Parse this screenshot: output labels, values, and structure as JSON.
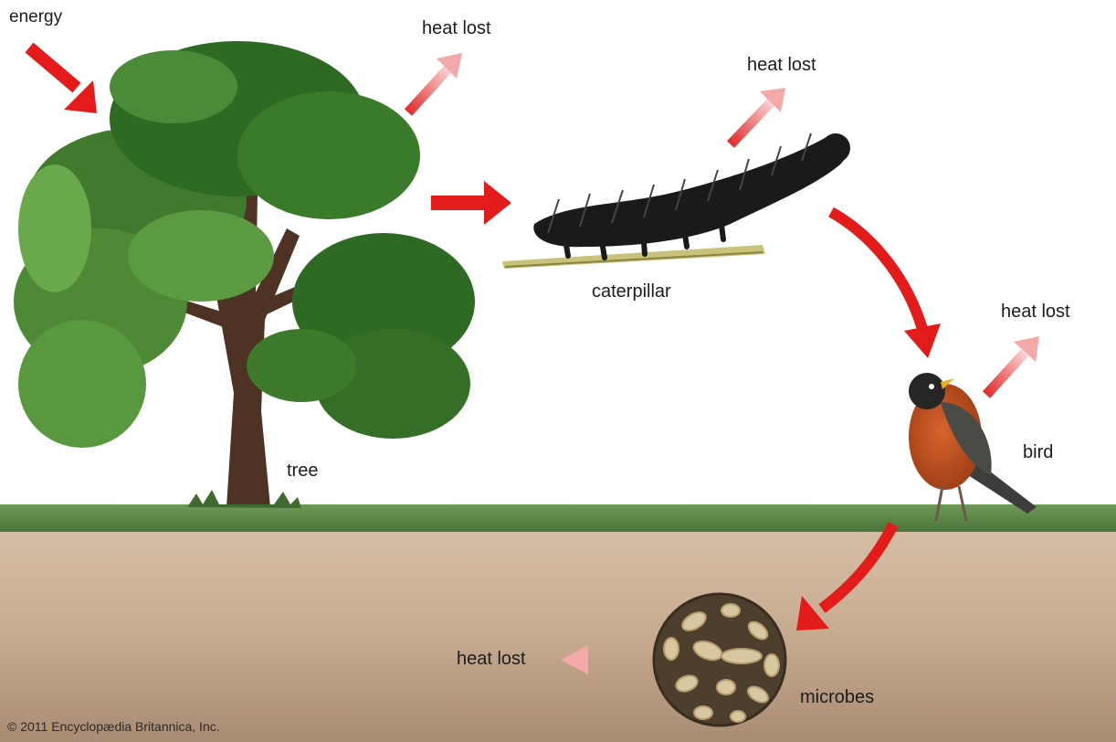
{
  "labels": {
    "energy": "energy",
    "heat_lost_tree": "heat lost",
    "heat_lost_caterpillar": "heat lost",
    "heat_lost_bird": "heat lost",
    "heat_lost_microbes": "heat lost",
    "tree": "tree",
    "caterpillar": "caterpillar",
    "bird": "bird",
    "microbes": "microbes"
  },
  "credit": "© 2011 Encyclopædia Britannica, Inc.",
  "colors": {
    "flow_arrow": "#e31b1b",
    "heat_arrow": "#f08080",
    "grass": "#5f8a4a",
    "soil": "#c8ad93",
    "sky": "#ffffff"
  }
}
